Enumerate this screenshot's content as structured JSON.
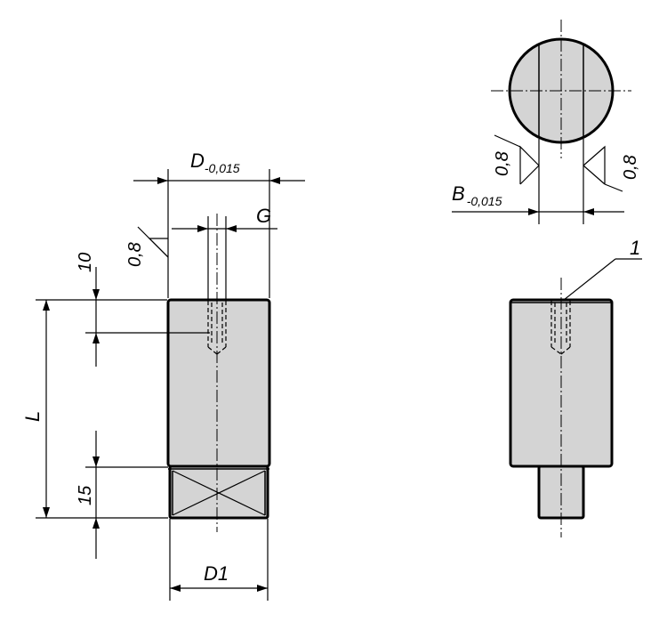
{
  "labels": {
    "d_main": "D",
    "d_tol": "-0,015",
    "g": "G",
    "roughness": "0,8",
    "dim_10": "10",
    "dim_l": "L",
    "dim_15": "15",
    "d1": "D1",
    "b_main": "B",
    "b_tol": "-0,015",
    "callout_1": "1"
  }
}
